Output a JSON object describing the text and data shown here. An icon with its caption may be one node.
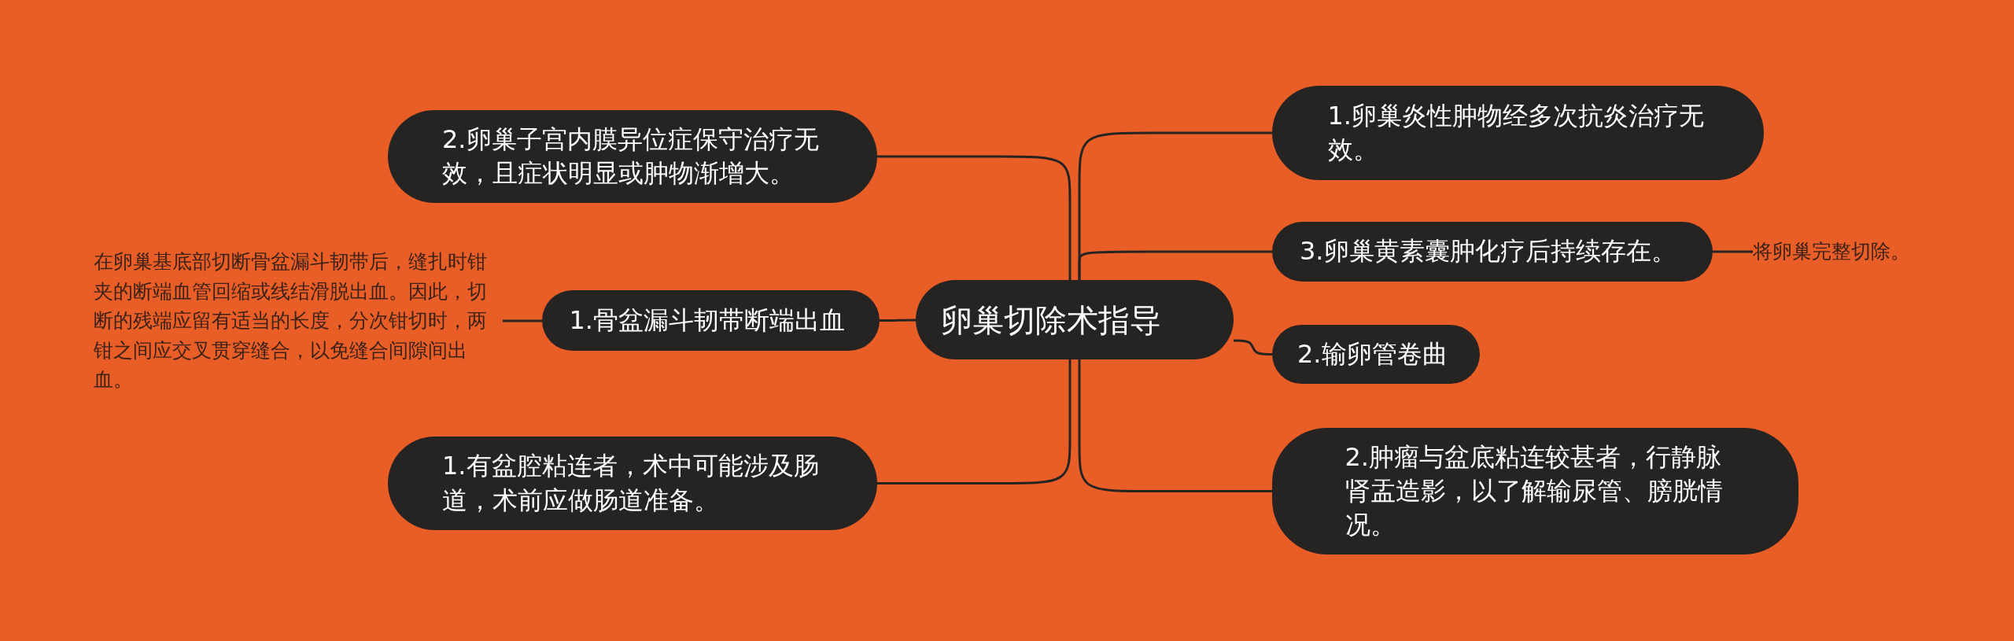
{
  "diagram": {
    "nodes": [
      {
        "text": [
          "卵巢切除术指导"
        ]
      },
      {
        "text": [
          "1.卵巢炎性肿物经多次抗炎治疗无效。"
        ]
      },
      {
        "text": [
          "3.卵巢黄素囊肿化疗后持续存在。"
        ]
      },
      {
        "text": [
          "将卵巢完整切除。"
        ]
      },
      {
        "text": [
          "2.输卵管卷曲"
        ]
      },
      {
        "text": [
          "2.肿瘤与盆底粘连较甚者，行静脉肾盂造影，以了解输尿管、膀胱情况。"
        ]
      },
      {
        "text": [
          "2.卵巢子宫内膜异位症保守治疗无效，且症状明显或肿物渐增大。"
        ]
      },
      {
        "text": [
          "1.骨盆漏斗韧带断端出血"
        ]
      },
      {
        "text": [
          "在卵巢基底部切断骨盆漏斗韧带后，缝扎时钳夹的断端血管回缩或线结滑脱出血。因此，切断的残端应留有适当的长度，分次钳切时，两钳之间应交叉贯穿缝合，以免缝合间隙间出血。"
        ]
      },
      {
        "text": [
          "1.有盆腔粘连者，术中可能涉及肠道，术前应做肠道准备。"
        ]
      }
    ],
    "edges": [
      {
        "from": 0,
        "to": 1,
        "arrow": "none"
      },
      {
        "from": 0,
        "to": 2,
        "arrow": "none"
      },
      {
        "from": 2,
        "to": 3,
        "arrow": "none"
      },
      {
        "from": 0,
        "to": 4,
        "arrow": "none"
      },
      {
        "from": 0,
        "to": 5,
        "arrow": "none"
      },
      {
        "from": 0,
        "to": 6,
        "arrow": "none"
      },
      {
        "from": 0,
        "to": 7,
        "arrow": "none"
      },
      {
        "from": 7,
        "to": 8,
        "arrow": "none"
      },
      {
        "from": 0,
        "to": 9,
        "arrow": "none"
      }
    ]
  }
}
